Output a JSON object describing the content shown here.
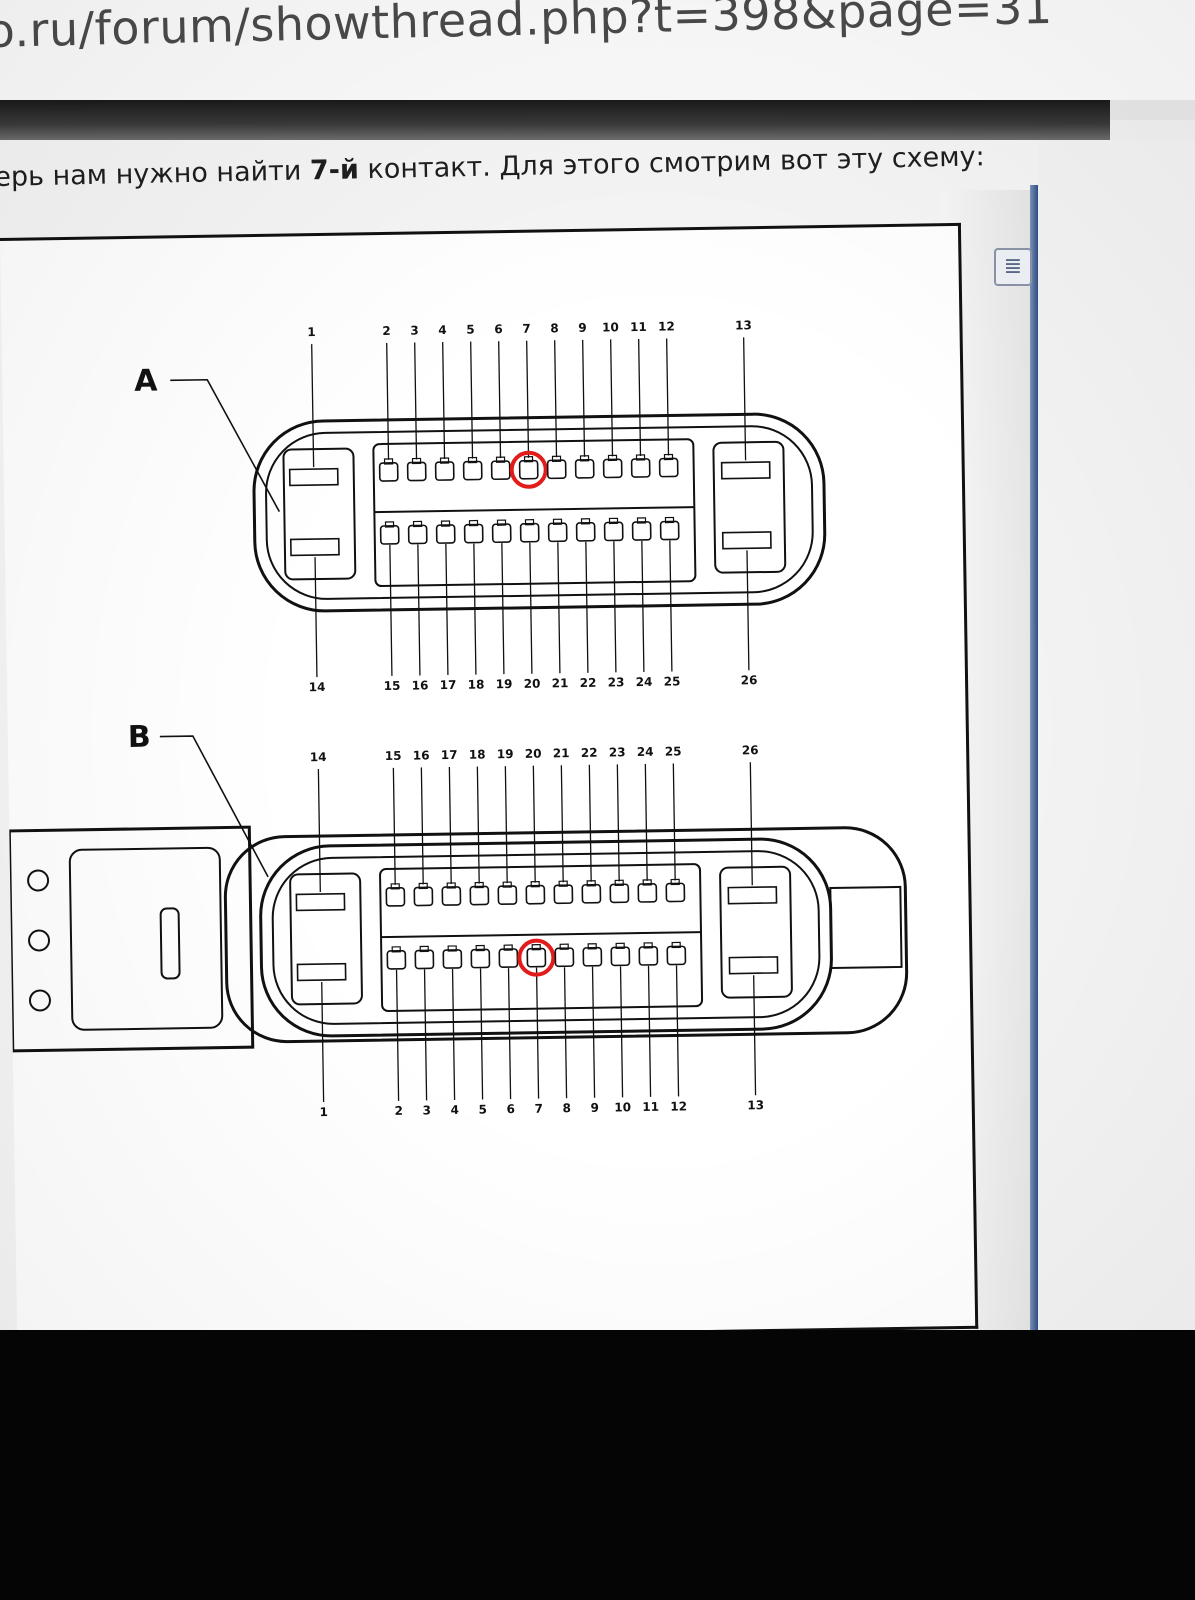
{
  "browser": {
    "url": "o.ru/forum/showthread.php?t=398&page=31"
  },
  "post": {
    "intro_prefix": "ерь нам нужно найти ",
    "intro_bold": "7-й",
    "intro_suffix": " контакт. Для этого смотрим вот эту схему:"
  },
  "diagram": {
    "connector_a": {
      "label": "A",
      "top_pins": [
        "1",
        "2",
        "3",
        "4",
        "5",
        "6",
        "7",
        "8",
        "9",
        "10",
        "11",
        "12",
        "13"
      ],
      "bottom_pins": [
        "14",
        "15",
        "16",
        "17",
        "18",
        "19",
        "20",
        "21",
        "22",
        "23",
        "24",
        "25",
        "26"
      ]
    },
    "connector_b": {
      "label": "B",
      "top_pins": [
        "14",
        "15",
        "16",
        "17",
        "18",
        "19",
        "20",
        "21",
        "22",
        "23",
        "24",
        "25",
        "26"
      ],
      "bottom_pins": [
        "1",
        "2",
        "3",
        "4",
        "5",
        "6",
        "7",
        "8",
        "9",
        "10",
        "11",
        "12",
        "13"
      ]
    },
    "highlighted_pin": "7",
    "highlight_color": "#e21b1b"
  },
  "icons": {
    "panel_icon": "list-icon"
  }
}
